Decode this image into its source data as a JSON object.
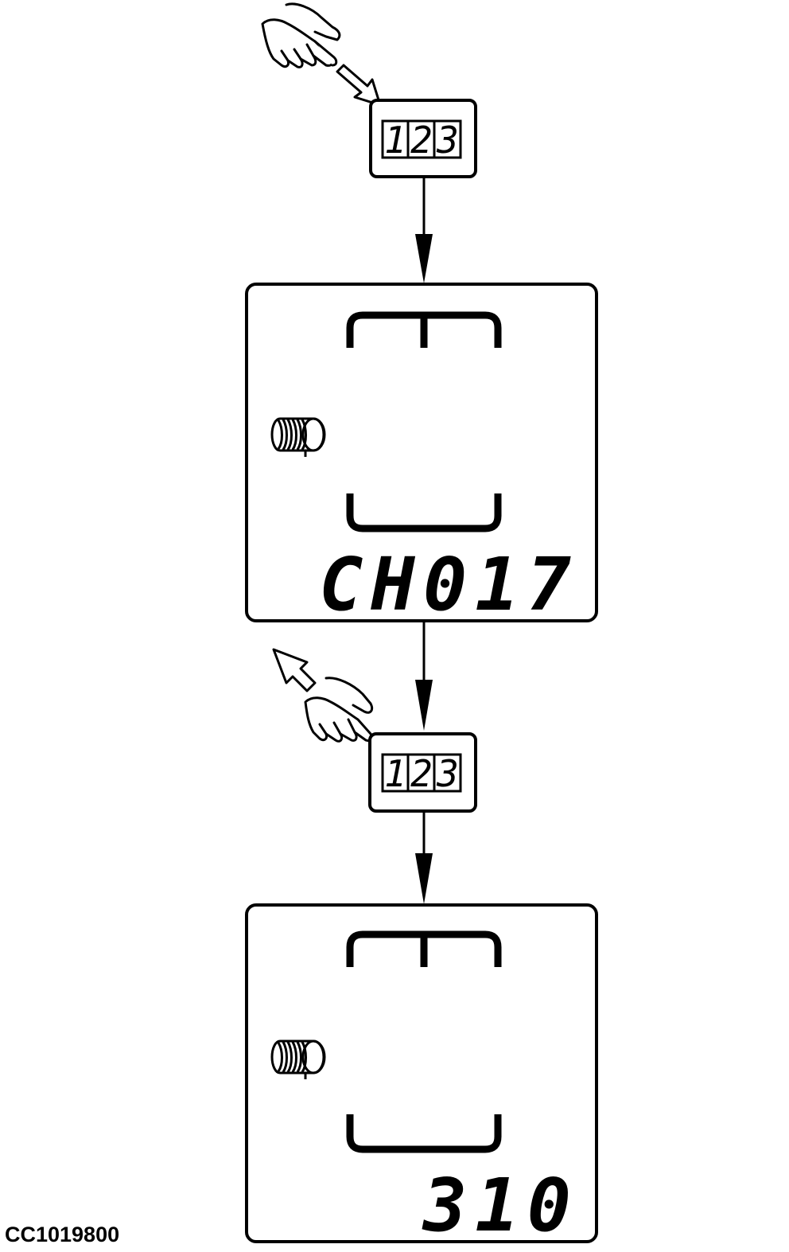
{
  "step1_button": {
    "digits": [
      "1",
      "2",
      "3"
    ],
    "action": "press"
  },
  "screen1": {
    "readout": "CH017",
    "icon": "coil-spring-icon"
  },
  "step2_button": {
    "digits": [
      "1",
      "2",
      "3"
    ],
    "action": "release"
  },
  "screen2": {
    "readout": "310",
    "icon": "coil-spring-icon"
  },
  "figure_id": "CC1019800",
  "icons": [
    "hand-press-icon",
    "hand-release-icon",
    "flow-arrow-icon"
  ],
  "colors": {
    "ink": "#000000",
    "background": "#ffffff"
  }
}
